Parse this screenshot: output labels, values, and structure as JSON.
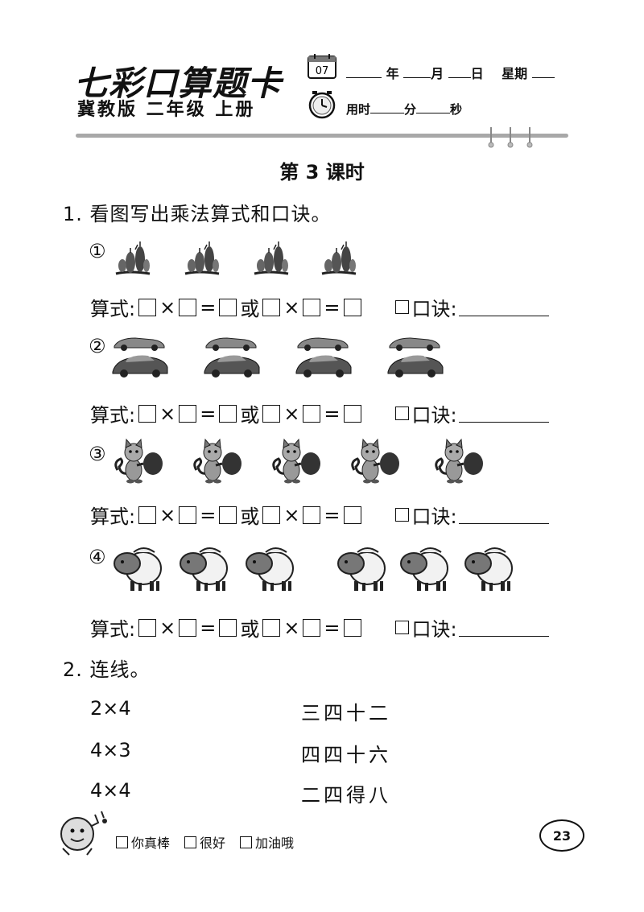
{
  "header": {
    "brand": "七彩口算题卡",
    "edition": "冀教版 二年级 上册",
    "calendar_day": "07",
    "year_label": "年",
    "month_label": "月",
    "day_label": "日",
    "week_label": "星期",
    "time_prefix": "用时",
    "minute_label": "分",
    "second_label": "秒"
  },
  "lesson_title": "第 3 课时",
  "question1": {
    "title": "1. 看图写出乘法算式和口诀。",
    "formula_label": "算式:",
    "or_label": "或",
    "times": "×",
    "equals": "=",
    "koujue_label": "口诀:",
    "items": [
      {
        "marker": "①",
        "picture": "cactus-plant",
        "count": 4
      },
      {
        "marker": "②",
        "picture": "car-pair",
        "count": 4
      },
      {
        "marker": "③",
        "picture": "cat-with-guitar",
        "count": 5
      },
      {
        "marker": "④",
        "picture": "sheep",
        "count": 6
      }
    ]
  },
  "question2": {
    "title": "2. 连线。",
    "left": [
      "2×4",
      "4×3",
      "4×4"
    ],
    "right": [
      "三四十二",
      "四四十六",
      "二四得八"
    ]
  },
  "footer": {
    "feedback": [
      "你真棒",
      "很好",
      "加油哦"
    ],
    "page_number": "23"
  }
}
